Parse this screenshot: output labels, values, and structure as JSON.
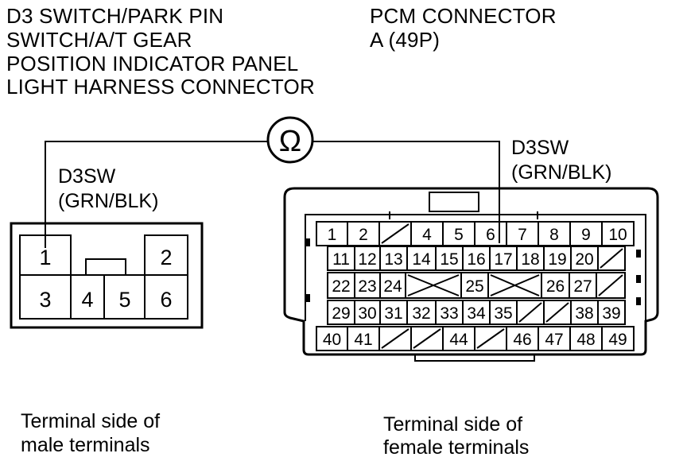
{
  "left_title": [
    "D3 SWITCH/PARK PIN",
    "SWITCH/A/T GEAR",
    "POSITION INDICATOR PANEL",
    "LIGHT HARNESS CONNECTOR"
  ],
  "right_title": [
    "PCM CONNECTOR",
    "A (49P)"
  ],
  "meter_symbol": "Ω",
  "left_probe_label": [
    "D3SW",
    "(GRN/BLK)"
  ],
  "right_probe_label": [
    "D3SW",
    "(GRN/BLK)"
  ],
  "male_connector": {
    "terminals": [
      "1",
      "2",
      "3",
      "4",
      "5",
      "6"
    ],
    "caption": [
      "Terminal side of",
      "male terminals"
    ]
  },
  "pcm_connector": {
    "rows": [
      [
        "1",
        "2",
        "",
        "4",
        "5",
        "6",
        "7",
        "8",
        "9",
        "10"
      ],
      [
        "11",
        "12",
        "13",
        "14",
        "15",
        "16",
        "17",
        "18",
        "19",
        "20",
        ""
      ],
      [
        "22",
        "23",
        "24",
        "",
        "25",
        "",
        "26",
        "27",
        ""
      ],
      [
        "29",
        "30",
        "31",
        "32",
        "33",
        "34",
        "35",
        "",
        "",
        "38",
        "39"
      ],
      [
        "40",
        "41",
        "",
        "",
        "44",
        "",
        "46",
        "47",
        "48",
        "49"
      ]
    ],
    "caption": [
      "Terminal side of",
      "female terminals"
    ]
  }
}
